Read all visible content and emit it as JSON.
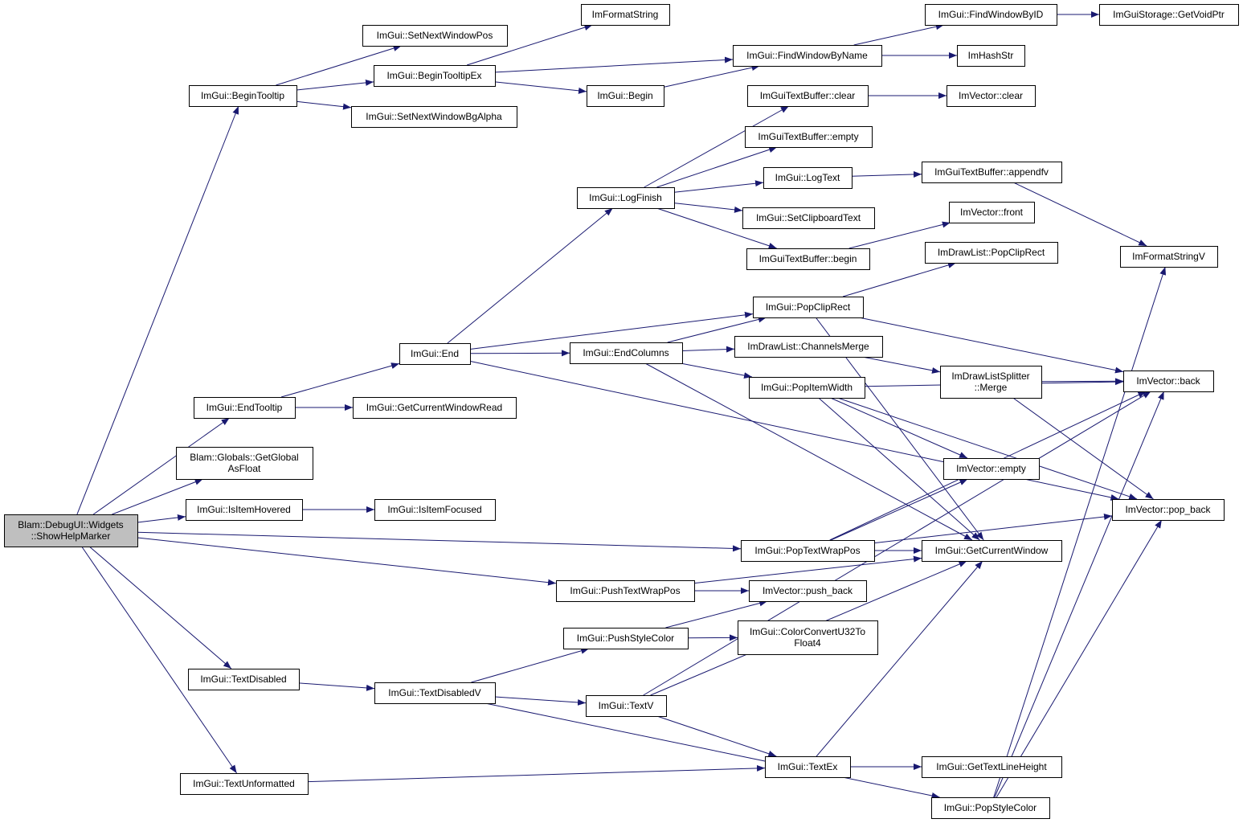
{
  "colors": {
    "edge": "#191970",
    "root_fill": "#bfbfbf",
    "node_fill": "#ffffff",
    "border": "#000000"
  },
  "nodes": [
    {
      "id": "root",
      "lines": [
        "Blam::DebugUI::Widgets",
        "::ShowHelpMarker"
      ]
    },
    {
      "id": "BeginTooltip",
      "lines": [
        "ImGui::BeginTooltip"
      ]
    },
    {
      "id": "EndTooltip",
      "lines": [
        "ImGui::EndTooltip"
      ]
    },
    {
      "id": "GetGlobalAsFloat",
      "lines": [
        "Blam::Globals::GetGlobal",
        "AsFloat"
      ]
    },
    {
      "id": "IsItemHovered",
      "lines": [
        "ImGui::IsItemHovered"
      ]
    },
    {
      "id": "TextDisabled",
      "lines": [
        "ImGui::TextDisabled"
      ]
    },
    {
      "id": "TextUnformatted",
      "lines": [
        "ImGui::TextUnformatted"
      ]
    },
    {
      "id": "SetNextWindowPos",
      "lines": [
        "ImGui::SetNextWindowPos"
      ]
    },
    {
      "id": "BeginTooltipEx",
      "lines": [
        "ImGui::BeginTooltipEx"
      ]
    },
    {
      "id": "SetNextWindowBgAlpha",
      "lines": [
        "ImGui::SetNextWindowBgAlpha"
      ]
    },
    {
      "id": "End",
      "lines": [
        "ImGui::End"
      ]
    },
    {
      "id": "GetCurrentWindowRead",
      "lines": [
        "ImGui::GetCurrentWindowRead"
      ]
    },
    {
      "id": "IsItemFocused",
      "lines": [
        "ImGui::IsItemFocused"
      ]
    },
    {
      "id": "TextDisabledV",
      "lines": [
        "ImGui::TextDisabledV"
      ]
    },
    {
      "id": "ImFormatString",
      "lines": [
        "ImFormatString"
      ]
    },
    {
      "id": "Begin",
      "lines": [
        "ImGui::Begin"
      ]
    },
    {
      "id": "LogFinish",
      "lines": [
        "ImGui::LogFinish"
      ]
    },
    {
      "id": "EndColumns",
      "lines": [
        "ImGui::EndColumns"
      ]
    },
    {
      "id": "PushTextWrapPos",
      "lines": [
        "ImGui::PushTextWrapPos"
      ]
    },
    {
      "id": "PushStyleColor",
      "lines": [
        "ImGui::PushStyleColor"
      ]
    },
    {
      "id": "TextV",
      "lines": [
        "ImGui::TextV"
      ]
    },
    {
      "id": "FindWindowByName",
      "lines": [
        "ImGui::FindWindowByName"
      ]
    },
    {
      "id": "TBclear",
      "lines": [
        "ImGuiTextBuffer::clear"
      ]
    },
    {
      "id": "TBempty",
      "lines": [
        "ImGuiTextBuffer::empty"
      ]
    },
    {
      "id": "LogText",
      "lines": [
        "ImGui::LogText"
      ]
    },
    {
      "id": "SetClipboardText",
      "lines": [
        "ImGui::SetClipboardText"
      ]
    },
    {
      "id": "TBbegin",
      "lines": [
        "ImGuiTextBuffer::begin"
      ]
    },
    {
      "id": "PopClipRect",
      "lines": [
        "ImGui::PopClipRect"
      ]
    },
    {
      "id": "ChannelsMerge",
      "lines": [
        "ImDrawList::ChannelsMerge"
      ]
    },
    {
      "id": "PopItemWidth",
      "lines": [
        "ImGui::PopItemWidth"
      ]
    },
    {
      "id": "PopTextWrapPos",
      "lines": [
        "ImGui::PopTextWrapPos"
      ]
    },
    {
      "id": "push_back",
      "lines": [
        "ImVector::push_back"
      ]
    },
    {
      "id": "ColorConvert",
      "lines": [
        "ImGui::ColorConvertU32To",
        "Float4"
      ]
    },
    {
      "id": "TextEx",
      "lines": [
        "ImGui::TextEx"
      ]
    },
    {
      "id": "FindWindowByID",
      "lines": [
        "ImGui::FindWindowByID"
      ]
    },
    {
      "id": "ImHashStr",
      "lines": [
        "ImHashStr"
      ]
    },
    {
      "id": "Vclear",
      "lines": [
        "ImVector::clear"
      ]
    },
    {
      "id": "appendfv",
      "lines": [
        "ImGuiTextBuffer::appendfv"
      ]
    },
    {
      "id": "front",
      "lines": [
        "ImVector::front"
      ]
    },
    {
      "id": "DLPopClipRect",
      "lines": [
        "ImDrawList::PopClipRect"
      ]
    },
    {
      "id": "Merge",
      "lines": [
        "ImDrawListSplitter",
        "::Merge"
      ]
    },
    {
      "id": "Vempty",
      "lines": [
        "ImVector::empty"
      ]
    },
    {
      "id": "GetCurrentWindow",
      "lines": [
        "ImGui::GetCurrentWindow"
      ]
    },
    {
      "id": "GetTextLineHeight",
      "lines": [
        "ImGui::GetTextLineHeight"
      ]
    },
    {
      "id": "PopStyleColor",
      "lines": [
        "ImGui::PopStyleColor"
      ]
    },
    {
      "id": "GetVoidPtr",
      "lines": [
        "ImGuiStorage::GetVoidPtr"
      ]
    },
    {
      "id": "ImFormatStringV",
      "lines": [
        "ImFormatStringV"
      ]
    },
    {
      "id": "back",
      "lines": [
        "ImVector::back"
      ]
    },
    {
      "id": "pop_back",
      "lines": [
        "ImVector::pop_back"
      ]
    }
  ],
  "edges": [
    [
      "root",
      "BeginTooltip"
    ],
    [
      "root",
      "EndTooltip"
    ],
    [
      "root",
      "GetGlobalAsFloat"
    ],
    [
      "root",
      "IsItemHovered"
    ],
    [
      "root",
      "PopTextWrapPos"
    ],
    [
      "root",
      "PushTextWrapPos"
    ],
    [
      "root",
      "TextDisabled"
    ],
    [
      "root",
      "TextUnformatted"
    ],
    [
      "BeginTooltip",
      "SetNextWindowPos"
    ],
    [
      "BeginTooltip",
      "BeginTooltipEx"
    ],
    [
      "BeginTooltip",
      "SetNextWindowBgAlpha"
    ],
    [
      "BeginTooltipEx",
      "ImFormatString"
    ],
    [
      "BeginTooltipEx",
      "FindWindowByName"
    ],
    [
      "BeginTooltipEx",
      "Begin"
    ],
    [
      "Begin",
      "FindWindowByName"
    ],
    [
      "FindWindowByName",
      "FindWindowByID"
    ],
    [
      "FindWindowByName",
      "ImHashStr"
    ],
    [
      "FindWindowByID",
      "GetVoidPtr"
    ],
    [
      "EndTooltip",
      "End"
    ],
    [
      "EndTooltip",
      "GetCurrentWindowRead"
    ],
    [
      "End",
      "LogFinish"
    ],
    [
      "End",
      "PopClipRect"
    ],
    [
      "End",
      "EndColumns"
    ],
    [
      "End",
      "pop_back"
    ],
    [
      "LogFinish",
      "TBclear"
    ],
    [
      "LogFinish",
      "TBempty"
    ],
    [
      "LogFinish",
      "LogText"
    ],
    [
      "LogFinish",
      "SetClipboardText"
    ],
    [
      "LogFinish",
      "TBbegin"
    ],
    [
      "TBclear",
      "Vclear"
    ],
    [
      "LogText",
      "appendfv"
    ],
    [
      "appendfv",
      "ImFormatStringV"
    ],
    [
      "TBbegin",
      "front"
    ],
    [
      "PopClipRect",
      "DLPopClipRect"
    ],
    [
      "PopClipRect",
      "back"
    ],
    [
      "PopClipRect",
      "GetCurrentWindow"
    ],
    [
      "EndColumns",
      "PopClipRect"
    ],
    [
      "EndColumns",
      "ChannelsMerge"
    ],
    [
      "EndColumns",
      "PopItemWidth"
    ],
    [
      "EndColumns",
      "GetCurrentWindow"
    ],
    [
      "ChannelsMerge",
      "Merge"
    ],
    [
      "Merge",
      "back"
    ],
    [
      "Merge",
      "pop_back"
    ],
    [
      "PopItemWidth",
      "back"
    ],
    [
      "PopItemWidth",
      "Vempty"
    ],
    [
      "PopItemWidth",
      "pop_back"
    ],
    [
      "PopItemWidth",
      "GetCurrentWindow"
    ],
    [
      "IsItemHovered",
      "IsItemFocused"
    ],
    [
      "PopTextWrapPos",
      "GetCurrentWindow"
    ],
    [
      "PopTextWrapPos",
      "Vempty"
    ],
    [
      "PopTextWrapPos",
      "back"
    ],
    [
      "PopTextWrapPos",
      "pop_back"
    ],
    [
      "PushTextWrapPos",
      "GetCurrentWindow"
    ],
    [
      "PushTextWrapPos",
      "push_back"
    ],
    [
      "TextDisabled",
      "TextDisabledV"
    ],
    [
      "TextDisabledV",
      "PushStyleColor"
    ],
    [
      "TextDisabledV",
      "TextV"
    ],
    [
      "TextDisabledV",
      "PopStyleColor"
    ],
    [
      "PushStyleColor",
      "push_back"
    ],
    [
      "PushStyleColor",
      "ColorConvert"
    ],
    [
      "TextV",
      "TextEx"
    ],
    [
      "TextV",
      "GetCurrentWindow"
    ],
    [
      "TextV",
      "back"
    ],
    [
      "TextEx",
      "GetCurrentWindow"
    ],
    [
      "TextEx",
      "GetTextLineHeight"
    ],
    [
      "PopStyleColor",
      "back"
    ],
    [
      "PopStyleColor",
      "pop_back"
    ],
    [
      "PopStyleColor",
      "ImFormatStringV"
    ],
    [
      "TextUnformatted",
      "TextEx"
    ]
  ]
}
